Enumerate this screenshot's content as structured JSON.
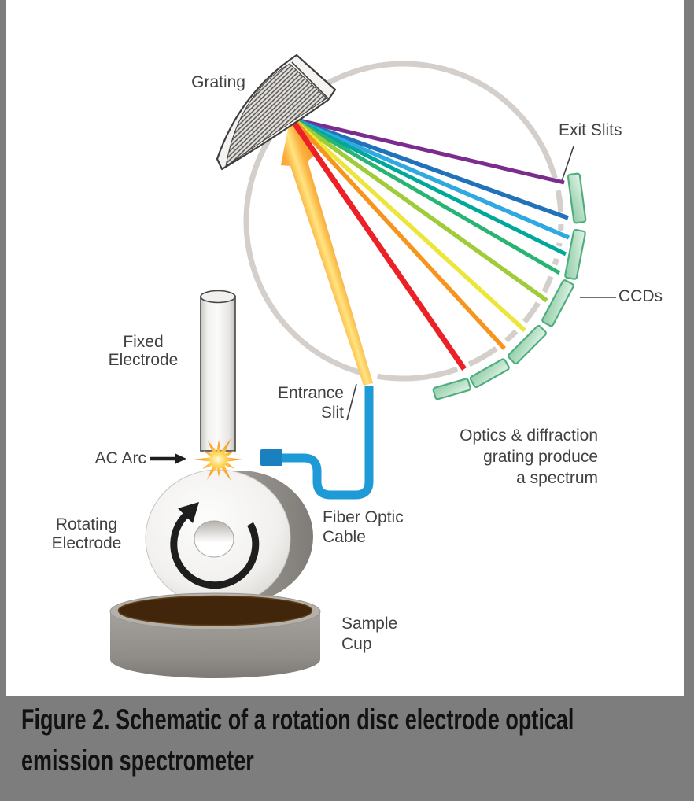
{
  "figure": {
    "caption_line1": "Figure 2. Schematic of a rotation disc electrode optical",
    "caption_line2": "emission spectrometer"
  },
  "labels": {
    "grating": "Grating",
    "exit_slits": "Exit Slits",
    "ccds": "CCDs",
    "optics_note": "Optics & diffraction\ngrating produce\na spectrum",
    "entrance_slit": "Entrance\nSlit",
    "fixed_electrode": "Fixed\nElectrode",
    "ac_arc": "AC Arc",
    "rotating_electrode": "Rotating\nElectrode",
    "fiber_optic_cable": "Fiber Optic\nCable",
    "sample_cup": "Sample\nCup"
  },
  "colors": {
    "frame_gray": "#7d7d7d",
    "rowland_circle_gray": "#d4cfca",
    "ccd_border_green": "#4fae7e",
    "ccd_fill_green": "#b2ddc2",
    "fiber_cable_blue": "#1e9ad6",
    "fiber_plug_blue": "#1b80c0",
    "beam_orange": "#f7941e",
    "beam_core_yellow": "#ffe57f",
    "spark_orange": "#f6921e",
    "sample_liquid_brown": "#42260c",
    "cup_gray": "#949189",
    "label_text": "#414042",
    "caption_text": "#121212"
  },
  "spectrum": {
    "rays": [
      {
        "name": "violet",
        "color": "#7b2c8d"
      },
      {
        "name": "blue",
        "color": "#2272b9"
      },
      {
        "name": "light-blue",
        "color": "#30a8e0"
      },
      {
        "name": "teal",
        "color": "#00a89b"
      },
      {
        "name": "green",
        "color": "#28b573"
      },
      {
        "name": "yellow-green",
        "color": "#a0cc3a"
      },
      {
        "name": "yellow",
        "color": "#ece63b"
      },
      {
        "name": "orange",
        "color": "#f7941e"
      },
      {
        "name": "red",
        "color": "#ec2127"
      }
    ]
  }
}
